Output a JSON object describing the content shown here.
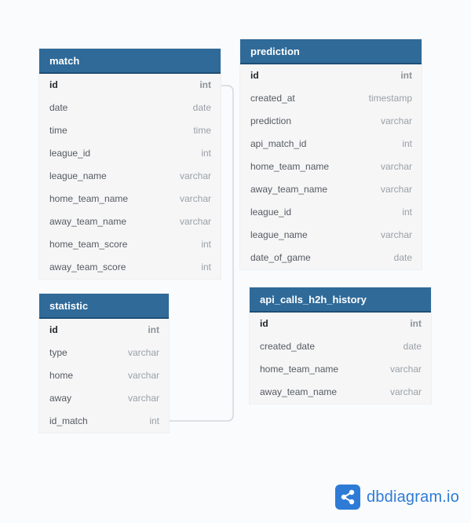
{
  "tables": {
    "match": {
      "name": "match",
      "fields": [
        {
          "name": "id",
          "type": "int"
        },
        {
          "name": "date",
          "type": "date"
        },
        {
          "name": "time",
          "type": "time"
        },
        {
          "name": "league_id",
          "type": "int"
        },
        {
          "name": "league_name",
          "type": "varchar"
        },
        {
          "name": "home_team_name",
          "type": "varchar"
        },
        {
          "name": "away_team_name",
          "type": "varchar"
        },
        {
          "name": "home_team_score",
          "type": "int"
        },
        {
          "name": "away_team_score",
          "type": "int"
        }
      ]
    },
    "prediction": {
      "name": "prediction",
      "fields": [
        {
          "name": "id",
          "type": "int"
        },
        {
          "name": "created_at",
          "type": "timestamp"
        },
        {
          "name": "prediction",
          "type": "varchar"
        },
        {
          "name": "api_match_id",
          "type": "int"
        },
        {
          "name": "home_team_name",
          "type": "varchar"
        },
        {
          "name": "away_team_name",
          "type": "varchar"
        },
        {
          "name": "league_id",
          "type": "int"
        },
        {
          "name": "league_name",
          "type": "varchar"
        },
        {
          "name": "date_of_game",
          "type": "date"
        }
      ]
    },
    "statistic": {
      "name": "statistic",
      "fields": [
        {
          "name": "id",
          "type": "int"
        },
        {
          "name": "type",
          "type": "varchar"
        },
        {
          "name": "home",
          "type": "varchar"
        },
        {
          "name": "away",
          "type": "varchar"
        },
        {
          "name": "id_match",
          "type": "int"
        }
      ]
    },
    "api_calls_h2h_history": {
      "name": "api_calls_h2h_history",
      "fields": [
        {
          "name": "id",
          "type": "int"
        },
        {
          "name": "created_date",
          "type": "date"
        },
        {
          "name": "home_team_name",
          "type": "varchar"
        },
        {
          "name": "away_team_name",
          "type": "varchar"
        }
      ]
    }
  },
  "brand": {
    "text": "dbdiagram.io",
    "icon": "share-nodes-icon",
    "color": "#2e7bd6"
  },
  "colors": {
    "header": "#2f6a99",
    "body": "#f6f6f7",
    "link": "#d4d7db"
  }
}
